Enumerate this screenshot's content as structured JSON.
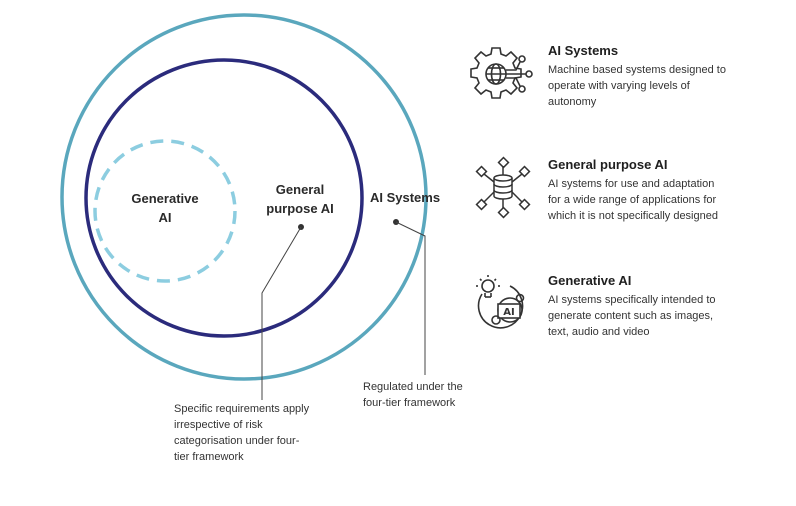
{
  "diagram": {
    "circle_labels": {
      "generative_ai": [
        "Generative",
        "AI"
      ],
      "general_purpose_ai": [
        "General",
        "purpose AI"
      ],
      "ai_systems": "AI Systems"
    },
    "callouts": {
      "general_purpose": [
        "Specific requirements apply",
        "irrespective of risk",
        "categorisation under four-",
        "tier framework"
      ],
      "ai_systems": [
        "Regulated under the",
        "four-tier framework"
      ]
    },
    "colors": {
      "outer_ring": "#5aa7bd",
      "middle_ring": "#2b2b7c",
      "inner_dashed": "#8ccde0",
      "leader_line": "#444444"
    }
  },
  "legend": [
    {
      "icon": "gear-globe-icon",
      "title": "AI Systems",
      "description": [
        "Machine based systems designed to",
        "operate with varying levels of",
        "autonomy"
      ]
    },
    {
      "icon": "database-network-icon",
      "title": "General purpose AI",
      "description": [
        "AI systems for use and adaptation",
        "for a wide range of applications for",
        "which it is not specifically designed"
      ]
    },
    {
      "icon": "lightbulb-ai-icon",
      "title": "Generative AI",
      "description": [
        "AI systems specifically intended to",
        "generate content such as images,",
        "text, audio and video"
      ]
    }
  ]
}
